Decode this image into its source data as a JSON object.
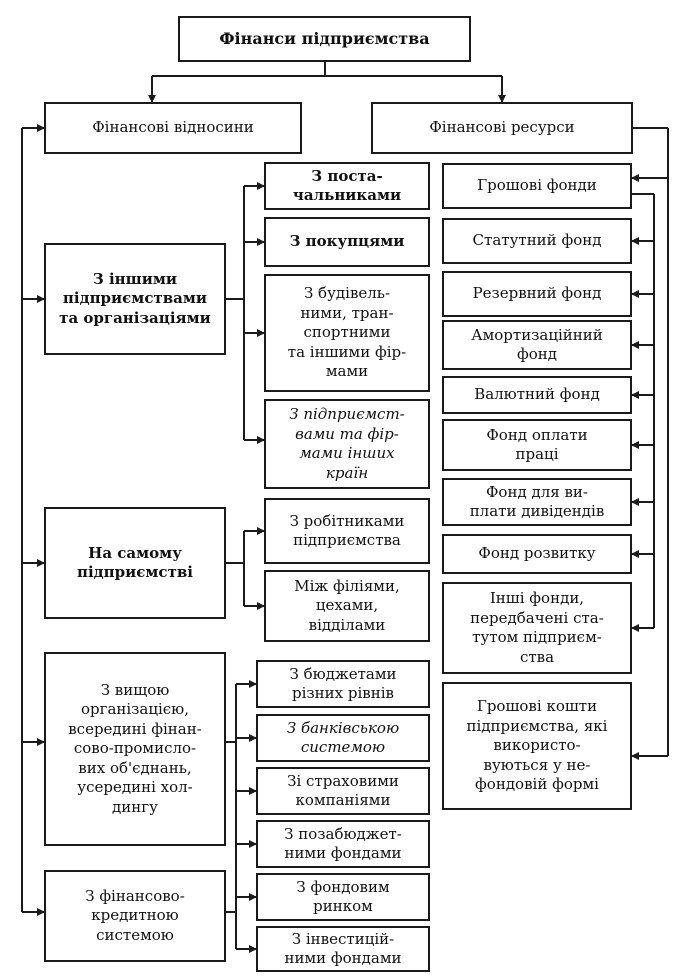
{
  "title": "Фінанси підприємства",
  "branches": {
    "relations": "Фінансові відносини",
    "resources": "Фінансові ресурси"
  },
  "groups": {
    "other_enterprises": "З іншими\nпідприємствами\nта організаціями",
    "within_enterprise": "На самому\nпідприємстві",
    "higher_org": "З вищою\nорганізацією,\nвсередині фінан-\nсово-промисло-\nвих об'єднань,\nусередині хол-\nдингу",
    "fin_credit": "З фінансово-\nкредитною\nсистемою"
  },
  "other_enterprises_items": [
    "З поста-\nчальниками",
    "З покупцями",
    "З будівель-\nними, тран-\nспортними\nта іншими фір-\nмами",
    "З підприємст-\nвами та фір-\nмами інших\nкраїн"
  ],
  "within_items": [
    "З робітниками\nпідприємства",
    "Між філіями,\nцехами,\nвідділами"
  ],
  "system_items": [
    "З бюджетами\nрізних рівнів",
    "З банківською\nсистемою",
    "Зі страховими\nкомпаніями",
    "З позабюджет-\nними фондами",
    "З фондовим\nринком",
    "З інвестицій-\nними фондами"
  ],
  "resources_items": [
    "Грошові фонди",
    "Статутний фонд",
    "Резервний фонд",
    "Амортизаційний\nфонд",
    "Валютний фонд",
    "Фонд оплати\nпраці",
    "Фонд для ви-\nплати дивідендів",
    "Фонд розвитку",
    "Інші фонди,\nпередбачені ста-\nтутом підприєм-\nства",
    "Грошові кошти\nпідприємства, які\nвикористо-\nвуються у не-\nфондовій формі"
  ]
}
